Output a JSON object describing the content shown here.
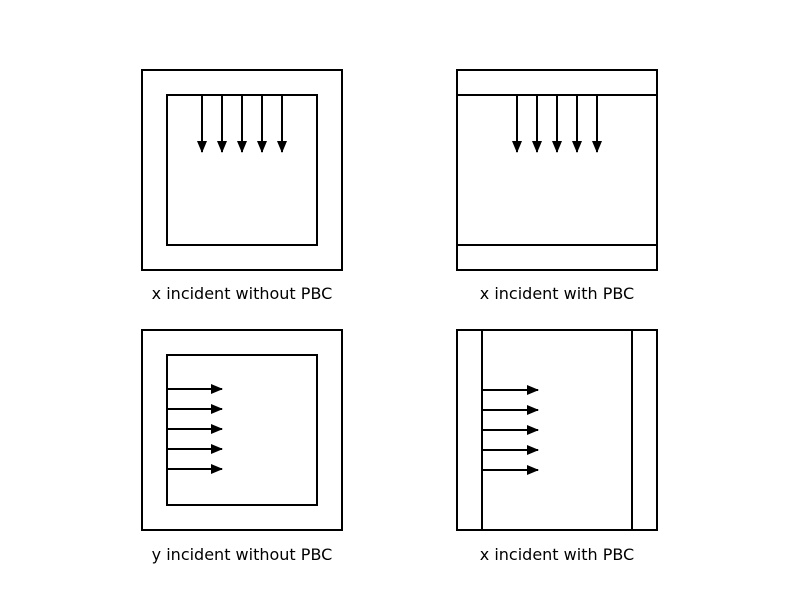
{
  "colors": {
    "line": "#000000",
    "background": "#ffffff"
  },
  "panels": [
    {
      "caption": "x incident without PBC",
      "boundary": "absorbing-frame",
      "arrow_direction": "down",
      "arrow_count": 5
    },
    {
      "caption": "x incident with PBC",
      "boundary": "periodic-horizontal-bands",
      "arrow_direction": "down",
      "arrow_count": 5
    },
    {
      "caption": "y incident without PBC",
      "boundary": "absorbing-frame",
      "arrow_direction": "right",
      "arrow_count": 5
    },
    {
      "caption": "x incident with PBC",
      "boundary": "periodic-vertical-bands",
      "arrow_direction": "right",
      "arrow_count": 5
    }
  ]
}
